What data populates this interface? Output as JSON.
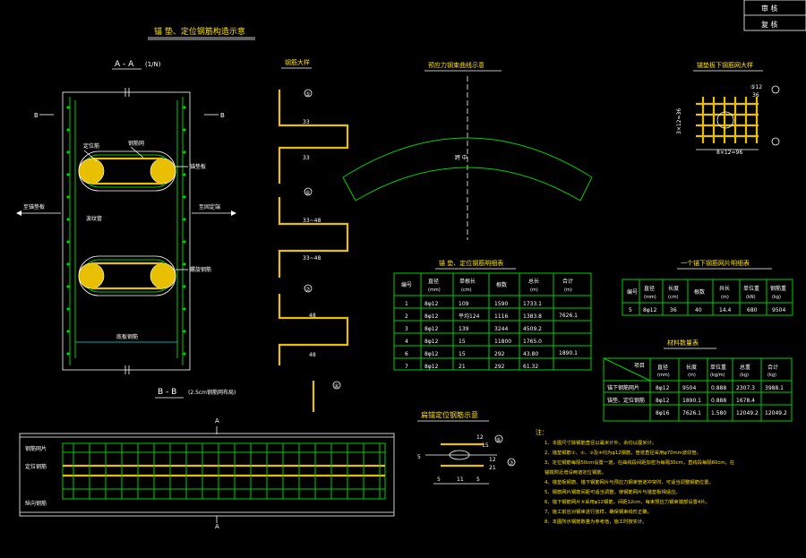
{
  "title_block": {
    "row1": "审 核",
    "row2": "复 核"
  },
  "main_title": "锚 垫、定位钢筋构造示意",
  "section_aa": {
    "label": "A - A",
    "scale": "(1/N)"
  },
  "section_bb": {
    "label": "B - B",
    "note": "(2.5cm钢筋网布局)"
  },
  "views": {
    "locating_rebar": "钢筋大样",
    "curve": "预应力钢束曲线示意",
    "grid": "锚垫板下钢筋网大样",
    "wrap": "扁锚定位钢筋示意"
  },
  "labels": {
    "left_arrow": "至锚垫板",
    "right_arrow": "至固定端",
    "l1": "定位筋",
    "l2": "钢筋网",
    "l3": "锚垫板",
    "l4": "波纹管",
    "l5": "螺旋钢筋",
    "b1": "钢筋网片",
    "b2": "定位钢筋",
    "b3": "纵向钢筋",
    "bottom_beam": "底板钢筋"
  },
  "marks": {
    "d1": "33",
    "d2": "33",
    "d3": "33~48",
    "d4": "33~48",
    "d5": "48",
    "d6": "48",
    "a1": "⑤",
    "a2": "⑥",
    "a3": "⑦",
    "a4": "④",
    "a5": "⑦",
    "grid_tag": "⑤12",
    "grid_tag2": "36",
    "grid_dim": "3×12=36",
    "grid_dim2": "8×12=96",
    "curve_center": "跨 中",
    "wrap_d1": "12",
    "wrap_d2": "15",
    "wrap_d3": "12",
    "wrap_d4": "21",
    "wrap_tag1": "⑥",
    "wrap_tag2": "⑦",
    "wrap_b1": "5",
    "wrap_b2": "11",
    "wrap_b3": "5",
    "wrap_s": "5"
  },
  "table1": {
    "title": "锚 垫、定位钢筋明细表",
    "headers": [
      "编号",
      "直径\n(mm)",
      "单根长\n(cm)",
      "根数",
      "总长\n(m)",
      "合计\n(m)"
    ],
    "rows": [
      [
        "1",
        "8φ12",
        "109",
        "1590",
        "1733.1"
      ],
      [
        "2",
        "8φ12",
        "平均124",
        "1116",
        "1383.8"
      ],
      [
        "3",
        "8φ12",
        "139",
        "3244",
        "4509.2"
      ],
      [
        "4",
        "8φ12",
        "15",
        "11800",
        "1765.0"
      ],
      [
        "6",
        "8φ12",
        "15",
        "292",
        "43.80"
      ],
      [
        "7",
        "8φ12",
        "21",
        "292",
        "61.32"
      ]
    ],
    "sum_a": "7626.1",
    "sum_b": "1890.1"
  },
  "table2": {
    "title": "一个锚下钢筋网片明细表",
    "headers": [
      "编号",
      "直径\n(mm)",
      "长度\n(cm)",
      "根数",
      "共长\n(m)",
      "单位重\n(kN)",
      "钢筋重\n(kg)"
    ],
    "row": [
      "5",
      "8φ12",
      "36",
      "40",
      "14.4",
      "680",
      "9504"
    ]
  },
  "table3": {
    "title": "材料数量表",
    "headers": [
      "项目",
      "直径\n(mm)",
      "长度\n(m)",
      "单位重\n(kg/m)",
      "总重\n(kg)",
      "合计\n(kg)"
    ],
    "rows": [
      [
        "锚下钢筋网片",
        "8φ12",
        "9504",
        "0.888",
        "2307.3",
        "3988.1"
      ],
      [
        "锚垫、定位钢筋",
        "8φ12",
        "1890.1",
        "0.888",
        "1678.4",
        ""
      ],
      [
        "",
        "8φ16",
        "7626.1",
        "1.580",
        "12049.2",
        "12049.2"
      ]
    ]
  },
  "notes": {
    "title": "注：",
    "items": [
      "1、本图尺寸除钢筋直径以毫米计外，余均以厘米计。",
      "2、锚垫钢筋①、②、③及④均为φ12钢筋，管道直径采用φ70mm波纹管。",
      "3、定位钢筋每隔50cm设置一道，在曲线段间距加密为每隔30cm，直线段每隔60cm，在",
      "    锚端附近增设两道定位钢筋。",
      "4、锚垫板钢筋、锚下钢筋网片与预应力钢束管道冲突时，可适当调整钢筋位置。",
      "5、钢筋网片钢筋间距可适当调整，使钢筋网片与锚垫板相适应。",
      "6、锚下钢筋网片⑤采用φ12钢筋，间距12cm，每束预应力钢束端部设置4片。",
      "7、施工前应对钢束进行放样，确保钢束线形正确。",
      "8、本图所示钢筋数量为参考值，施工时按实计。"
    ]
  }
}
